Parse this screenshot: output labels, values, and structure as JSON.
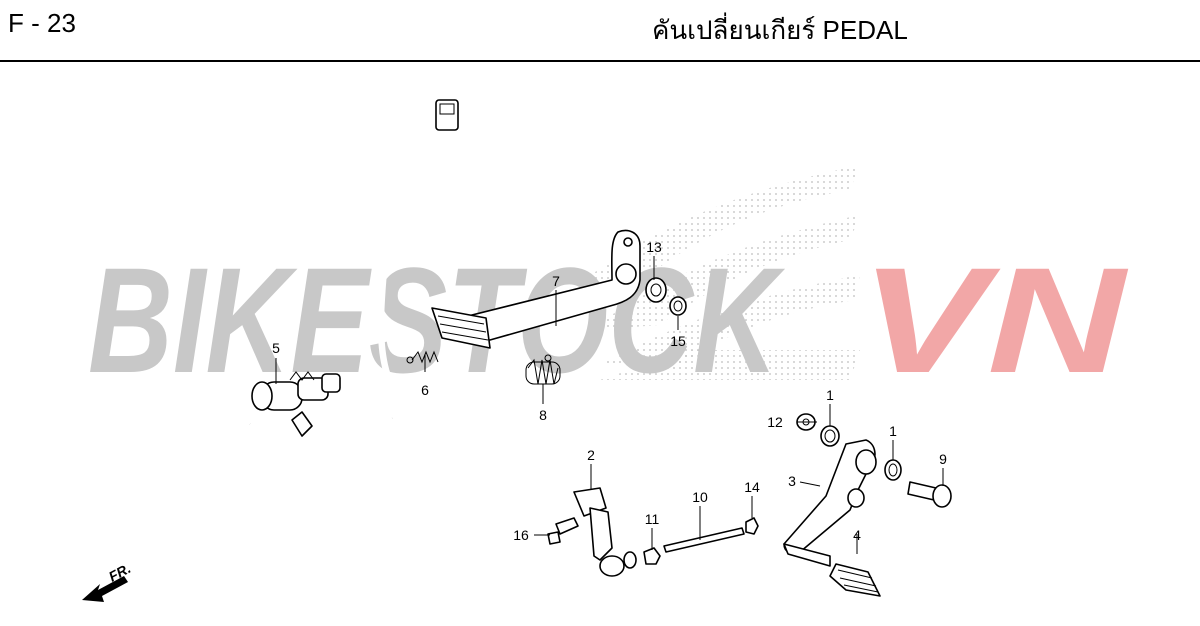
{
  "header": {
    "page_code": "F - 23",
    "title": "คันเปลี่ยนเกียร์  PEDAL"
  },
  "watermark": {
    "text_gray": "BIKESTOCK",
    "text_red": "VN",
    "color_gray": "#c8c8c8",
    "color_red": "#f2a7a7"
  },
  "direction_label": "FR.",
  "callouts": {
    "c1a": "1",
    "c1b": "1",
    "c2": "2",
    "c3": "3",
    "c4": "4",
    "c5": "5",
    "c6": "6",
    "c7": "7",
    "c8": "8",
    "c9": "9",
    "c10": "10",
    "c11": "11",
    "c12": "12",
    "c13": "13",
    "c14": "14",
    "c15": "15",
    "c16": "16"
  }
}
